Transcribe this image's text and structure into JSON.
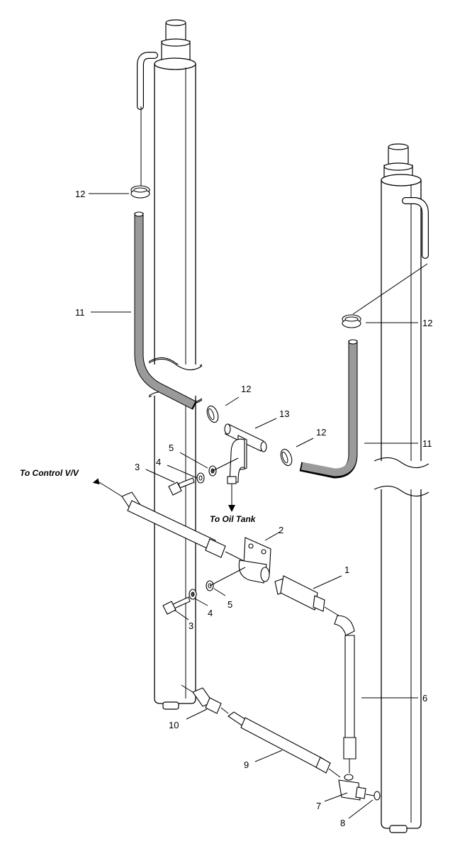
{
  "notes": {
    "to_control": "To Control V/V",
    "to_oil_tank": "To Oil Tank"
  },
  "callouts": {
    "c12_top": "12",
    "c11_left": "11",
    "c12_right_top": "12",
    "c11_right": "11",
    "c12_mid_left": "12",
    "c13": "13",
    "c12_mid_right": "12",
    "c5_upper": "5",
    "c4_upper": "4",
    "c3_upper": "3",
    "c2": "2",
    "c1": "1",
    "c5_lower": "5",
    "c4_lower": "4",
    "c3_lower": "3",
    "c6": "6",
    "c10": "10",
    "c9": "9",
    "c7": "7",
    "c8": "8"
  }
}
